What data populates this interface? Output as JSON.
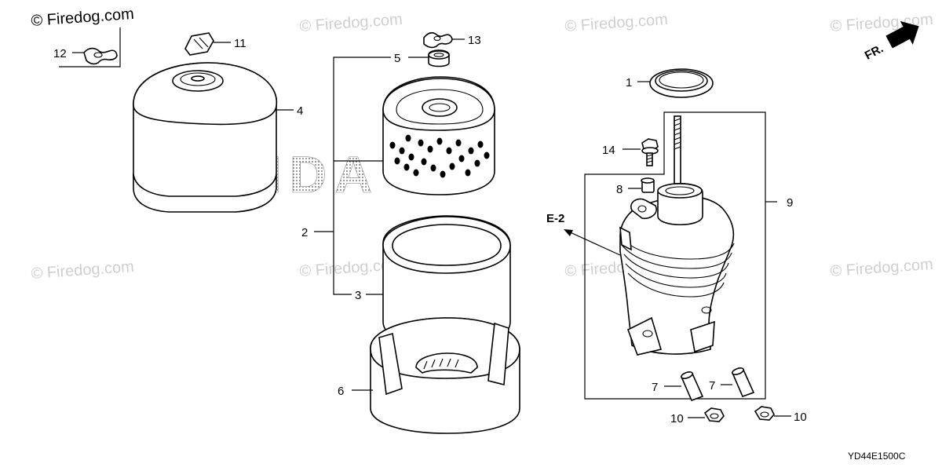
{
  "watermarks": [
    "© Firedog.com",
    "© Firedog.com",
    "© Firedog.com",
    "© Firedog.com",
    "© Firedog.com",
    "© Firedog.com",
    "© Firedog.com",
    "© Firedog.com"
  ],
  "brand_text": "HONDA",
  "direction_label": "FR.",
  "reference_label": "E-2",
  "diagram_code": "YD44E1500C",
  "callouts": {
    "p1": "1",
    "p2": "2",
    "p3": "3",
    "p4": "4",
    "p5": "5",
    "p6": "6",
    "p7a": "7",
    "p7b": "7",
    "p8": "8",
    "p9": "9",
    "p10a": "10",
    "p10b": "10",
    "p11": "11",
    "p12": "12",
    "p13": "13",
    "p14": "14"
  }
}
